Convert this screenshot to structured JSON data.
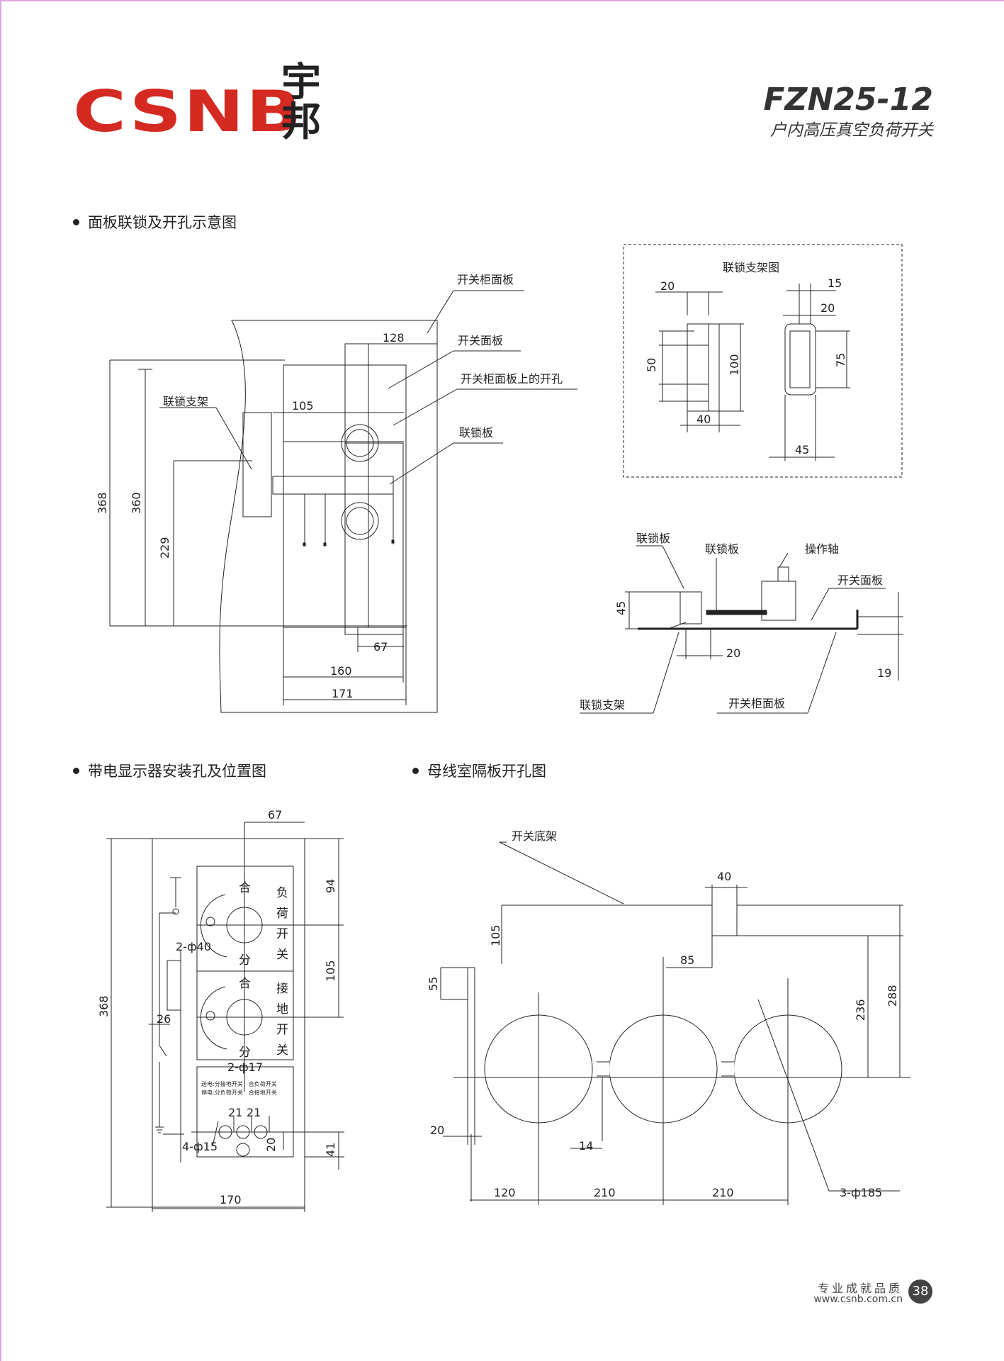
{
  "header": {
    "logo_text": "CSNB",
    "logo_cn": "宇邦",
    "model": "FZN25-12",
    "subtitle": "户内高压真空负荷开关",
    "brand_color": "#d42a22"
  },
  "sections": {
    "panel": "面板联锁及开孔示意图",
    "indicator": "带电显示器安装孔及位置图",
    "busbar": "母线室隔板开孔图"
  },
  "panel_drawing": {
    "labels": {
      "cabinet_panel": "开关柜面板",
      "switch_panel": "开关面板",
      "cabinet_hole": "开关柜面板上的开孔",
      "interlock_plate": "联锁板",
      "interlock_bracket": "联锁支架"
    },
    "dims": {
      "d128": "128",
      "d105": "105",
      "d368": "368",
      "d360": "360",
      "d229": "229",
      "d67": "67",
      "d160": "160",
      "d171": "171"
    }
  },
  "bracket_detail": {
    "title": "联锁支架图",
    "dims": {
      "d20a": "20",
      "d15": "15",
      "d20b": "20",
      "d50": "50",
      "d100": "100",
      "d75": "75",
      "d40": "40",
      "d45": "45"
    }
  },
  "side_view": {
    "labels": {
      "interlock_plate_a": "联锁板",
      "interlock_plate_b": "联锁板",
      "shaft": "操作轴",
      "switch_panel": "开关面板",
      "bracket": "联锁支架",
      "cabinet_panel": "开关柜面板"
    },
    "dims": {
      "d45": "45",
      "d20": "20",
      "d19": "19"
    }
  },
  "indicator_drawing": {
    "labels": {
      "close1": "合",
      "open1": "分",
      "close2": "合",
      "open2": "分",
      "load_switch": [
        "负",
        "荷",
        "开",
        "关"
      ],
      "earth_switch": [
        "接",
        "地",
        "开",
        "关"
      ],
      "note1": "送电:分接地开关　合负荷开关",
      "note2": "停电:分负荷开关　合接地开关"
    },
    "dims": {
      "d67": "67",
      "d94": "94",
      "d105": "105",
      "d368": "368",
      "d26": "26",
      "h40": "2-ф40",
      "h17": "2-ф17",
      "d21a": "21",
      "d21b": "21",
      "d20": "20",
      "h15": "4-ф15",
      "d41": "41",
      "d170": "170"
    }
  },
  "busbar_drawing": {
    "labels": {
      "base": "开关底架"
    },
    "dims": {
      "d40": "40",
      "d105": "105",
      "d85": "85",
      "d55": "55",
      "d236": "236",
      "d288": "288",
      "d20": "20",
      "d14": "14",
      "d120": "120",
      "d210a": "210",
      "d210b": "210",
      "h185": "3-ф185"
    }
  },
  "footer": {
    "slogan": "专业成就品质",
    "url": "www.csnb.com.cn",
    "page": "38"
  }
}
